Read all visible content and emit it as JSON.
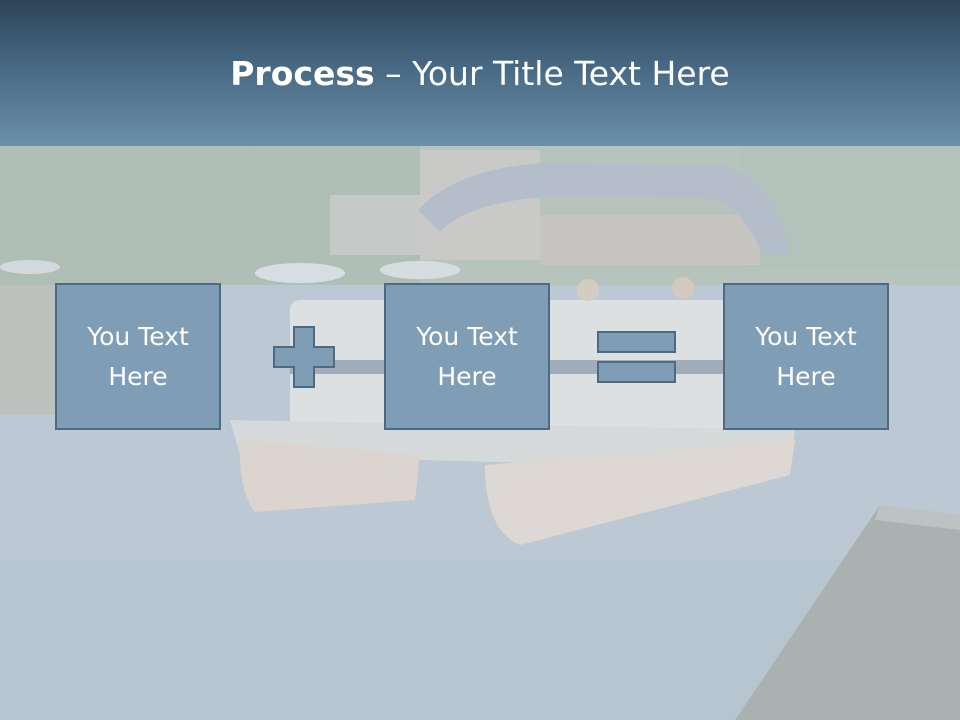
{
  "slide": {
    "title_bold": "Process",
    "title_rest": " – Your Title Text Here",
    "boxes": [
      {
        "text": "You Text Here"
      },
      {
        "text": "You Text Here"
      },
      {
        "text": "You Text Here"
      }
    ],
    "operators": [
      "plus-icon",
      "equals-icon"
    ],
    "background": "pontoon boat on lake near wooden dock (faded photo)"
  },
  "colors": {
    "title_bar_top": "#2c4558",
    "title_bar_bottom": "#6b90ac",
    "box_fill": "#7f9db5",
    "box_border": "#4d6a82",
    "text": "#ffffff"
  }
}
